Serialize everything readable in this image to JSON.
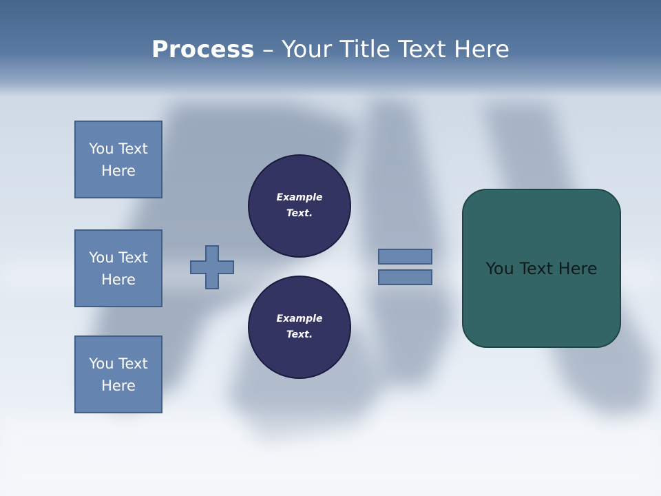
{
  "slide": {
    "title_bold": "Process",
    "title_rest": " – Your Title Text Here"
  },
  "boxes": [
    {
      "label": "You Text Here"
    },
    {
      "label": "You Text Here"
    },
    {
      "label": "You Text Here"
    }
  ],
  "circles": [
    {
      "label": "Example Text."
    },
    {
      "label": "Example Text."
    }
  ],
  "result": {
    "label": "You Text Here"
  },
  "colors": {
    "title_band": "#5b7aa2",
    "box_fill": "#6585b0",
    "circle_fill": "#343463",
    "result_fill": "#346566",
    "operator_fill": "#6a87b0"
  },
  "icons": [
    "plus-icon",
    "equals-icon"
  ]
}
